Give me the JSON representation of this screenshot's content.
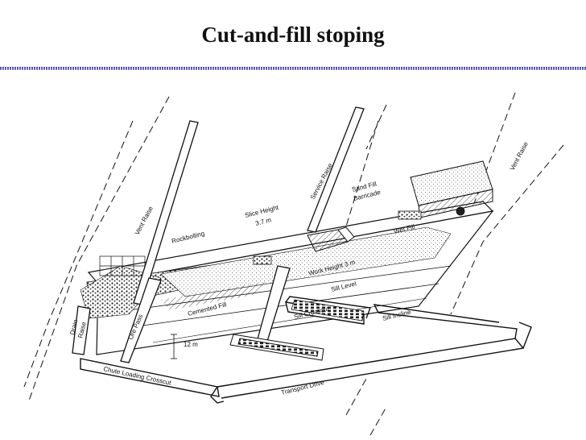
{
  "title": "Cut-and-fill stoping",
  "colors": {
    "title_rule": "#1a1aa6",
    "ink": "#111111",
    "background": "#ffffff"
  },
  "labels": {
    "vent_raise_left": "Vent Raise",
    "vent_raise_right": "Vent Raise",
    "service_raise": "Service Raise",
    "sand_fill_barricade_line1": "Sand Fill",
    "sand_fill_barricade_line2": "Barricade",
    "slice_height_line1": "Slice Height",
    "slice_height_line2": "3.7 m",
    "rockbolting": "Rockbolting",
    "wet_fill": "Wet Fill",
    "work_height": "Work Height 3 m",
    "sill_level": "Sill Level",
    "cemented_fill": "Cemented Fill",
    "drain_raise_line1": "Drain",
    "drain_raise_line2": "Raise",
    "ore_pass": "Ore Pass",
    "sill_crosscut": "Sill Crosscut",
    "sill_incline": "Sill Incline",
    "depth_12m": "12 m",
    "chute_loading_crosscut": "Chute Loading Crosscut",
    "transport_drive": "Transport Drive"
  }
}
